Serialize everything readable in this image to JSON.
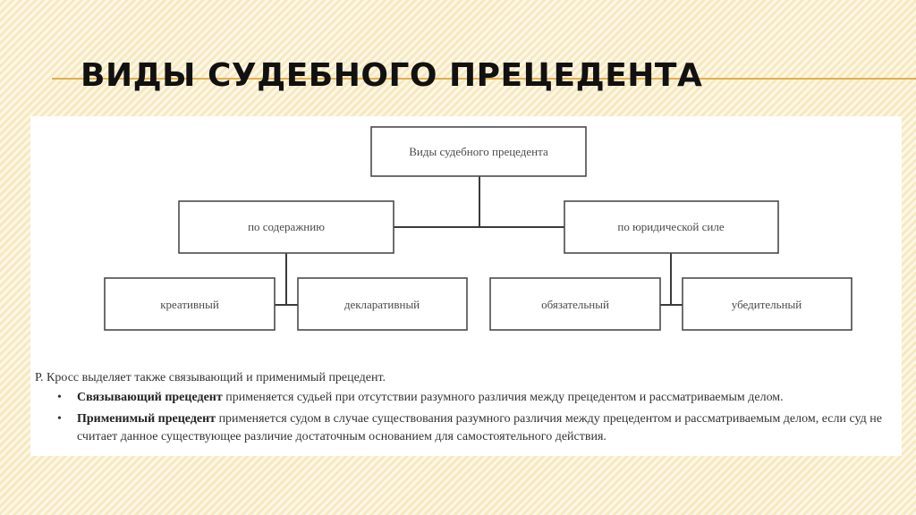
{
  "slide": {
    "title": "ВИДЫ СУДЕБНОГО ПРЕЦЕДЕНТА"
  },
  "diagram": {
    "root": "Виды судебного прецедента",
    "branches": [
      {
        "label": "по содеражнию",
        "children": [
          "креативный",
          "декларативный"
        ]
      },
      {
        "label": "по юридической силе",
        "children": [
          "обязательный",
          "убедительный"
        ]
      }
    ]
  },
  "notes": {
    "intro": "Р. Кросс выделяет также связывающий и применимый прецедент.",
    "bullet_char": "•",
    "items": [
      {
        "term": "Связывающий прецедент",
        "text": " применяется судьей при отсутствии разумного различия между прецедентом и рассматриваемым делом."
      },
      {
        "term": "Применимый прецедент",
        "text": " применяется судом в случае существования разумного различия между прецедентом и рассматриваемым делом, если суд не считает данное существующее различие достаточным основанием для самостоятельного действия."
      }
    ]
  }
}
